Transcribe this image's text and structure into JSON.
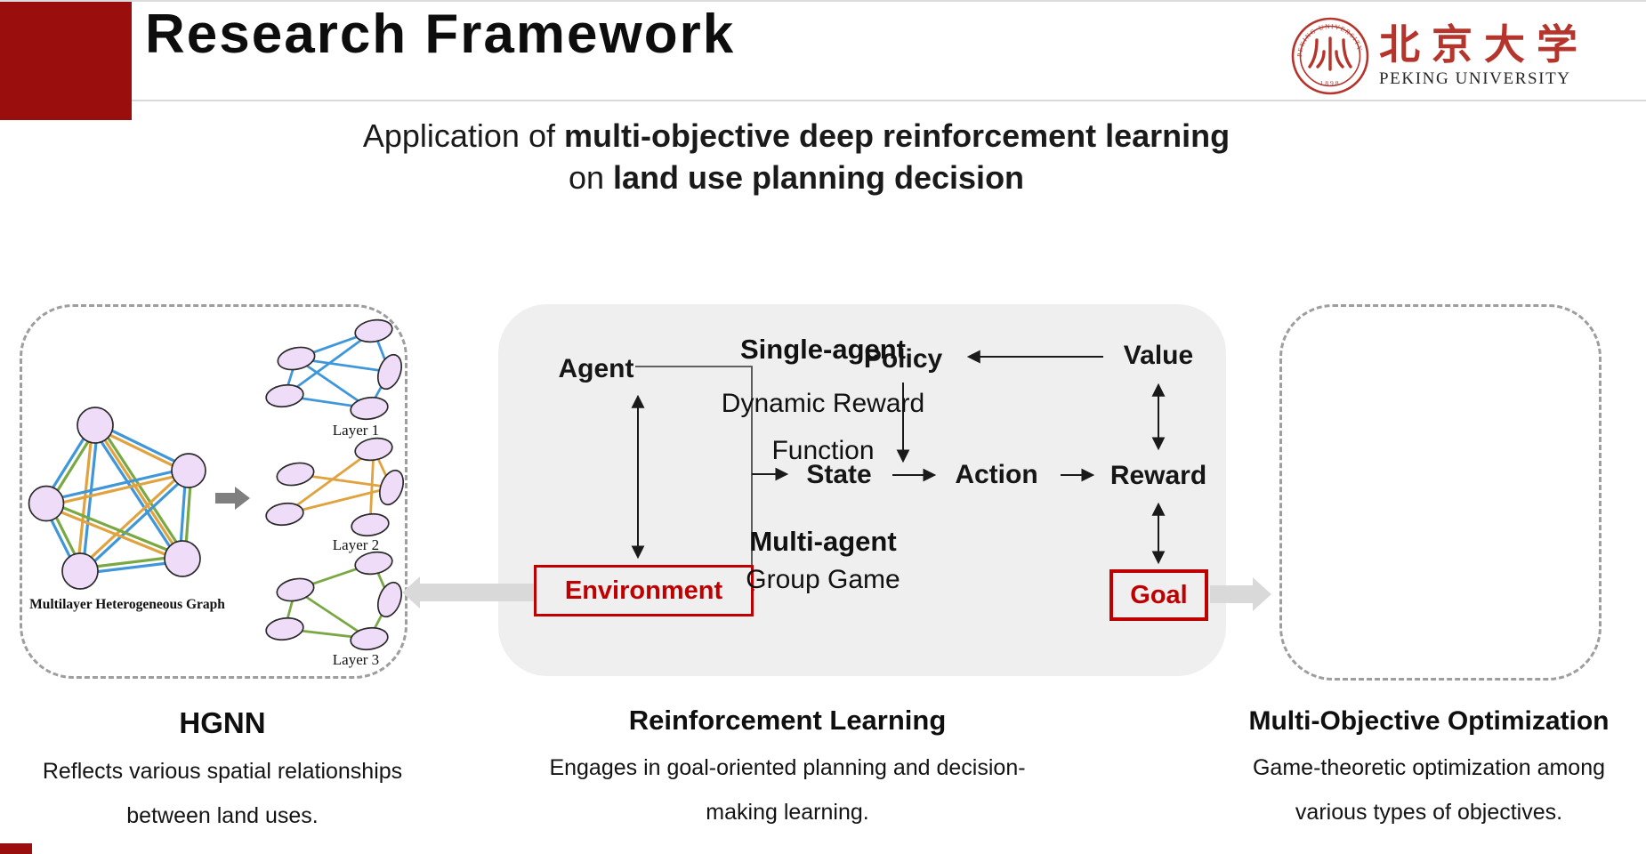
{
  "slide": {
    "title": "Research Framework"
  },
  "logo": {
    "chinese_name": "北京大学",
    "english_name": "PEKING UNIVERSITY",
    "seal_ring_text": "PEKING UNIVERSITY",
    "seal_year": "1898"
  },
  "subtitle": {
    "line1_regular": "Application of ",
    "line1_bold": "multi-objective deep reinforcement learning",
    "line2_regular": "on ",
    "line2_bold": "land use planning decision"
  },
  "hgnn": {
    "graph_caption": "Multilayer Heterogeneous Graph",
    "layers": [
      "Layer 1",
      "Layer 2",
      "Layer 3"
    ],
    "caption_title": "HGNN",
    "caption_line1": "Reflects various spatial relationships",
    "caption_line2": "between land uses."
  },
  "rl": {
    "agent": "Agent",
    "policy": "Policy",
    "value": "Value",
    "state": "State",
    "action": "Action",
    "reward": "Reward",
    "environment": "Environment",
    "goal": "Goal",
    "caption_title": "Reinforcement Learning",
    "caption_line1": "Engages in goal-oriented planning and decision-",
    "caption_line2": "making learning."
  },
  "moo": {
    "single_title": "Single-agent",
    "single_line1": "Dynamic Reward",
    "single_line2": "Function",
    "multi_title": "Multi-agent",
    "multi_line1": "Group Game",
    "caption_title": "Multi-Objective Optimization",
    "caption_line1": "Game-theoretic optimization among",
    "caption_line2": "various types of objectives."
  },
  "colors": {
    "accent_red": "#bf0000",
    "dark_red": "#9a0e0e",
    "panel_gray": "#efefef",
    "pku_red": "#b5342c",
    "edge_blue": "#3f97d9",
    "edge_orange": "#e0a33f",
    "edge_green": "#79a844",
    "node_fill": "#eedcf8"
  }
}
